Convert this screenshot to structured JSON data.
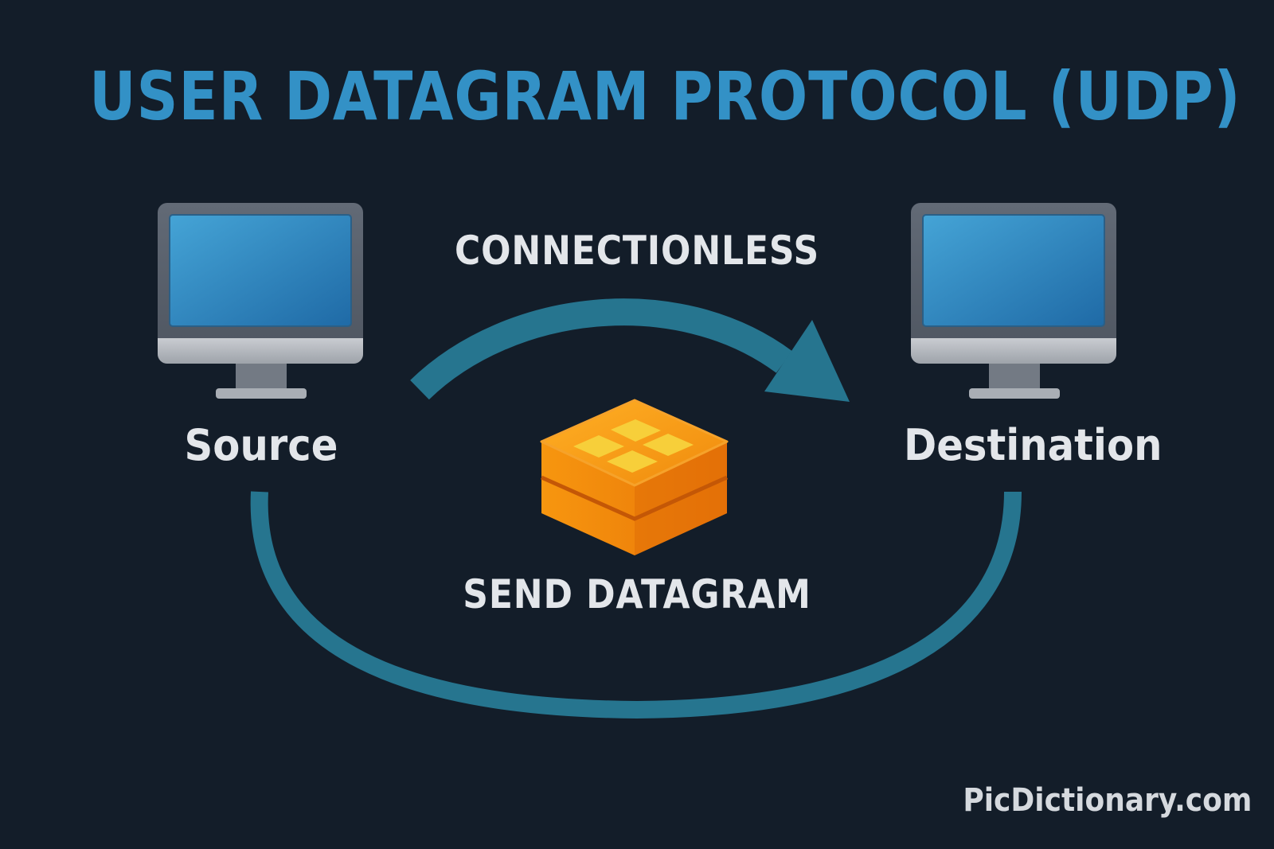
{
  "title": "USER DATAGRAM PROTOCOL (UDP)",
  "nodes": {
    "source": {
      "label": "Source",
      "icon": "computer-monitor-icon"
    },
    "destination": {
      "label": "Destination",
      "icon": "computer-monitor-icon"
    }
  },
  "arrow_label": "CONNECTIONLESS",
  "packet": {
    "label": "SEND DATAGRAM",
    "icon": "datagram-packet-icon"
  },
  "watermark": "PicDictionary.com",
  "colors": {
    "background": "#131d29",
    "title": "#3391c6",
    "text": "#e3e6ea",
    "arrow": "#26758f",
    "packet": "#f39214",
    "packet_tiles": "#f7cf3a",
    "screen": "#3a96cc",
    "monitor_frame": "#8d939c",
    "watermark": "#d5d9de"
  }
}
